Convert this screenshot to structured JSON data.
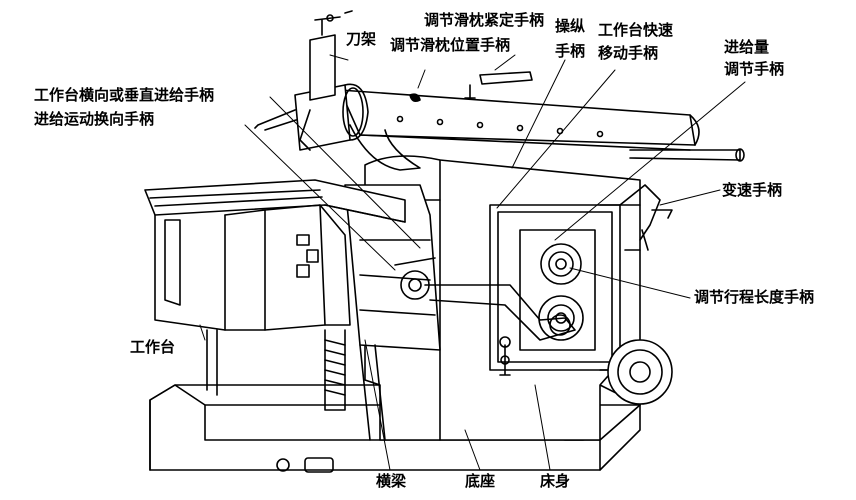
{
  "labels": {
    "tool_holder": "刀架",
    "ram_position_handle": "调节滑枕位置手柄",
    "ram_lock_handle": "调节滑枕紧定手柄",
    "control_handle_line1": "操纵",
    "control_handle_line2": "手柄",
    "table_fast_move_line1": "工作台快速",
    "table_fast_move_line2": "移动手柄",
    "feed_adjust_line1": "进给量",
    "feed_adjust_line2": "调节手柄",
    "table_feed_handle": "工作台横向或垂直进给手柄",
    "feed_reverse_handle": "进给运动换向手柄",
    "speed_change_handle": "变速手柄",
    "stroke_length_handle": "调节行程长度手柄",
    "worktable": "工作台",
    "crossbeam": "横梁",
    "base": "底座",
    "bed": "床身"
  }
}
